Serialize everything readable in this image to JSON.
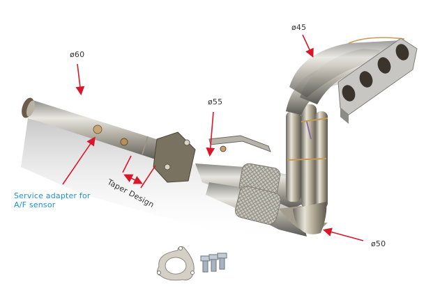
{
  "product": {
    "description": "stainless exhaust manifold with front pipe, flex joints, gasket and bolts"
  },
  "annotations": {
    "d45": "ø45",
    "d60": "ø60",
    "d55": "ø55",
    "d50": "ø50",
    "service_adapter_line1": "Service adapter for",
    "service_adapter_line2": "A/F sensor",
    "taper_design": "Taper Design"
  },
  "colors": {
    "arrow": "#d9172a",
    "label_text": "#333333",
    "service_label": "#1a8fd6",
    "background": "#ffffff"
  }
}
